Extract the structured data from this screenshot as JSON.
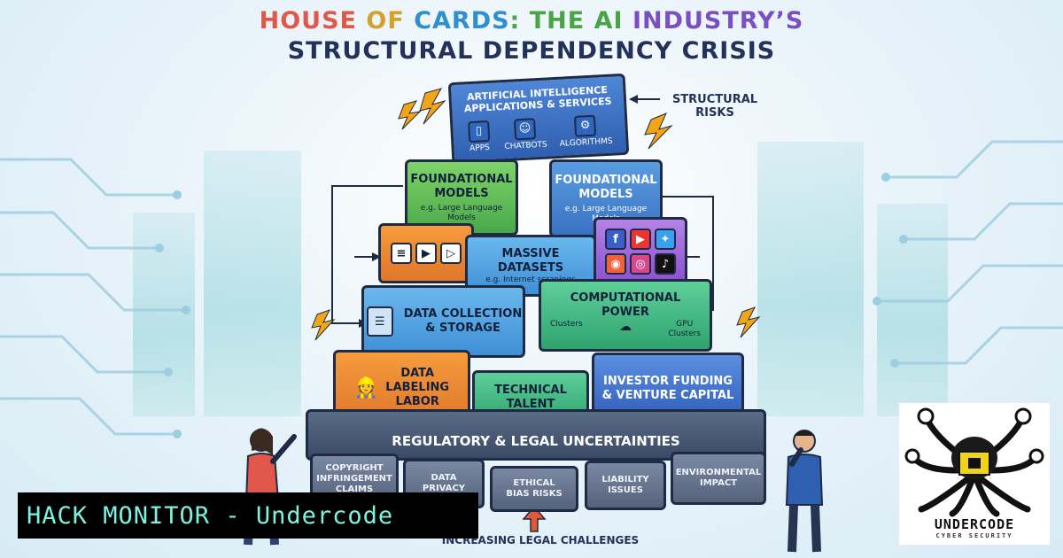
{
  "title": {
    "line1_parts": [
      "HOUSE ",
      "OF ",
      "CARDS",
      ": THE AI ",
      "INDUSTRY’S"
    ],
    "line2": "STRUCTURAL DEPENDENCY CRISIS"
  },
  "annotations": {
    "structural_risks": "STRUCTURAL\nRISKS",
    "increasing_legal": "INCREASING LEGAL CHALLENGES"
  },
  "blocks": {
    "ai_apps": {
      "label": "ARTIFICIAL INTELLIGENCE\nAPPLICATIONS & SERVICES",
      "items": [
        "APPS",
        "CHATBOTS",
        "ALGORITHMS"
      ]
    },
    "foundational_left": {
      "label": "FOUNDATIONAL\nMODELS",
      "sub": "e.g. Large Language\nModels"
    },
    "foundational_right": {
      "label": "FOUNDATIONAL\nMODELS",
      "sub": "e.g. Large Language\nModels"
    },
    "massive_datasets": {
      "label": "MASSIVE DATASETS",
      "sub": "e.g. Internet scrapings"
    },
    "data_collection": {
      "label": "DATA COLLECTION\n& STORAGE"
    },
    "computational_power": {
      "label": "COMPUTATIONAL\nPOWER",
      "sub_left": "Clusters",
      "sub_right": "GPU\nClusters"
    },
    "data_labeling": {
      "label": "DATA\nLABELING\nLABOR"
    },
    "technical_talent": {
      "label": "TECHNICAL\nTALENT"
    },
    "investor_funding": {
      "label": "INVESTOR FUNDING\n& VENTURE CAPITAL"
    },
    "regulatory": {
      "label": "REGULATORY & LEGAL UNCERTAINTIES"
    },
    "copyright": {
      "label": "COPYRIGHT\nINFRINGEMENT\nCLAIMS"
    },
    "data_privacy": {
      "label": "DATA\nPRIVACY"
    },
    "ethical": {
      "label": "ETHICAL\nBIAS RISKS"
    },
    "liability": {
      "label": "LIABILITY\nISSUES"
    },
    "environmental": {
      "label": "ENVIRONMENTAL\nIMPACT"
    }
  },
  "banner": {
    "text": "HACK MONITOR - Undercode"
  },
  "logo": {
    "name": "UNDERCODE",
    "tagline": "CYBER SECURITY"
  },
  "colors": {
    "outline": "#1f2a44",
    "banner_text": "#7ef2e0",
    "title_dark": "#22325a"
  }
}
